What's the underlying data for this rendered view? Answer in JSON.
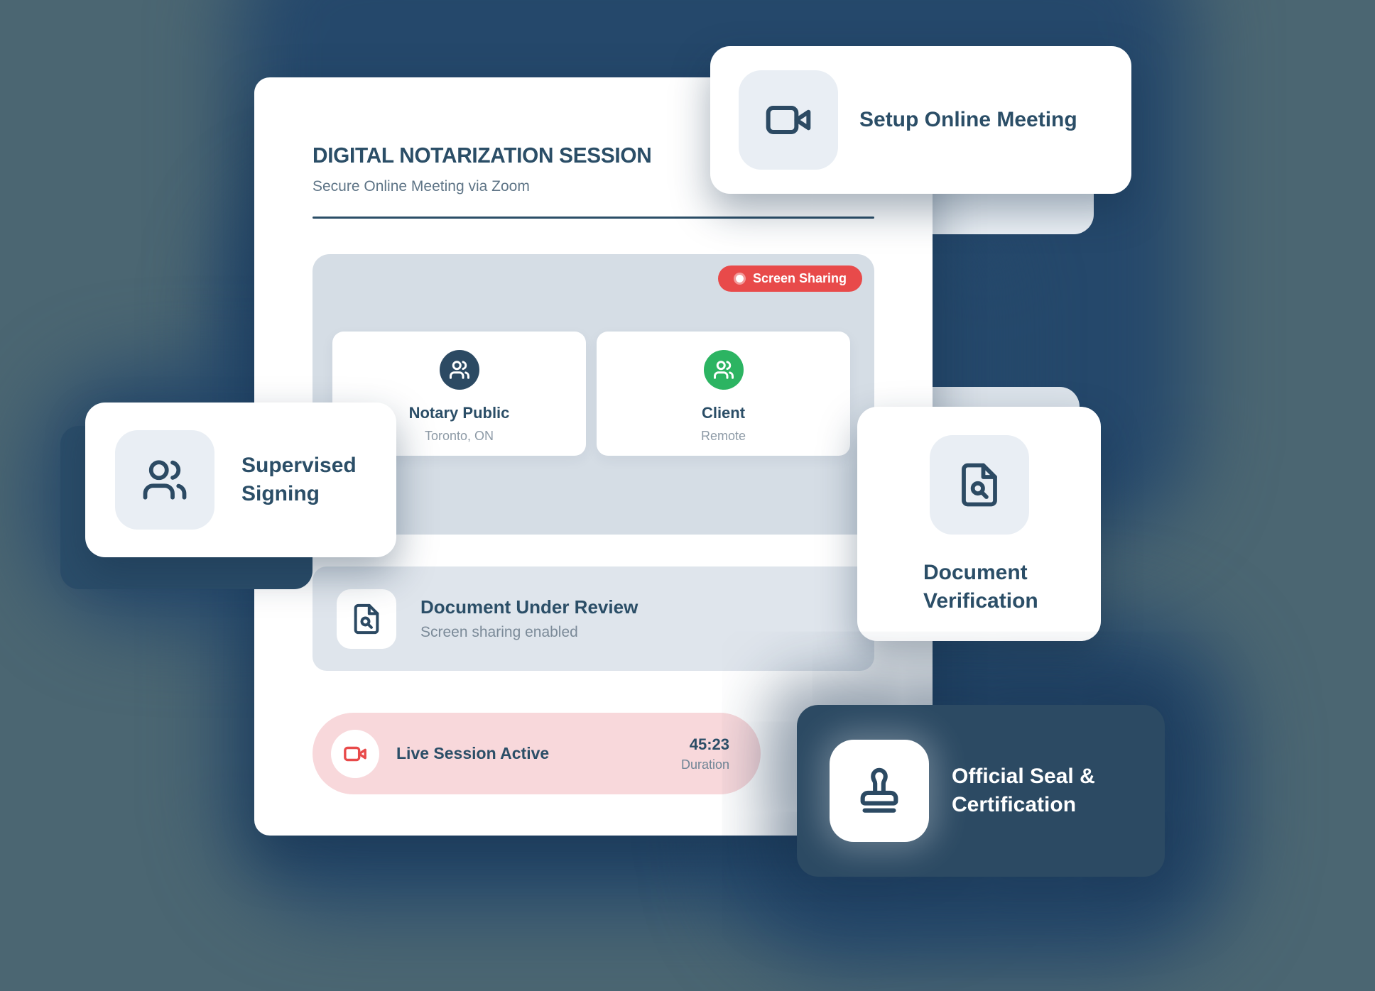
{
  "main_card": {
    "title": "DIGITAL NOTARIZATION SESSION",
    "subtitle": "Secure Online Meeting via Zoom",
    "meeting_panel": {
      "badge_label": "Screen Sharing",
      "participants": [
        {
          "name": "Notary Public",
          "location": "Toronto, ON",
          "avatar_color": "#2c4a63"
        },
        {
          "name": "Client",
          "location": "Remote",
          "avatar_color": "#2cb462"
        }
      ]
    },
    "document_review": {
      "title": "Document Under Review",
      "subtitle": "Screen sharing enabled"
    },
    "live_session": {
      "label": "Live Session Active",
      "timer": "45:23",
      "timer_caption": "Duration"
    }
  },
  "floating_cards": {
    "setup_meeting": {
      "label": "Setup Online Meeting",
      "icon": "video-camera-icon"
    },
    "supervised_signing": {
      "lines": [
        "Supervised",
        "Signing"
      ],
      "icon": "users-icon"
    },
    "document_verification": {
      "lines": [
        "Document",
        "Verification"
      ],
      "icon": "file-search-icon"
    },
    "official_seal": {
      "lines": [
        "Official Seal &",
        "Certification"
      ],
      "icon": "stamp-icon"
    }
  },
  "colors": {
    "background": "#4b6672",
    "glow_navy": "#25486b",
    "navy": "#2c4a63",
    "accent_red": "#e84a4a",
    "accent_green": "#2cb462",
    "pink": "#f8d8db"
  }
}
